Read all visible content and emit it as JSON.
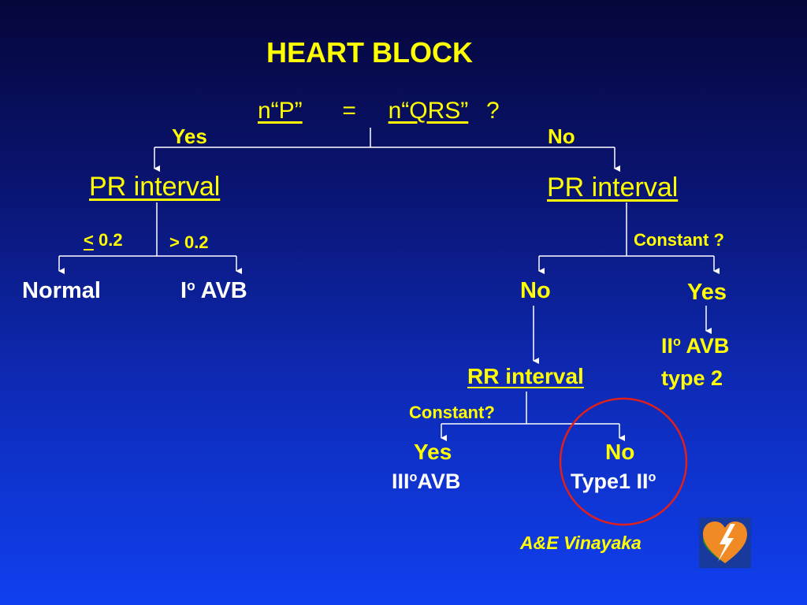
{
  "title": "HEART BLOCK",
  "question": {
    "p_part": "n“P”",
    "equals": "=",
    "qrs_part": "n“QRS”",
    "qmark": "?"
  },
  "branch_yes": "Yes",
  "branch_no": "No",
  "left": {
    "pr_label": "PR interval",
    "cond_low_sym": "<",
    "cond_low_val": " 0.2",
    "cond_high": "> 0.2",
    "normal": "Normal",
    "avb1_prefix": "I",
    "avb1_sup": "o",
    "avb1_suffix": " AVB"
  },
  "right": {
    "pr_label": "PR interval",
    "constant_q": "Constant ?",
    "no": "No",
    "yes": "Yes",
    "avb2_prefix": "II",
    "avb2_sup": "o",
    "avb2_suffix": " AVB",
    "avb2_type": "type 2",
    "rr_label": "RR interval",
    "rr_constant_q": "Constant?",
    "rr_yes": "Yes",
    "avb3_prefix": "III",
    "avb3_sup": "o",
    "avb3_suffix": "AVB",
    "rr_no": "No",
    "type1_prefix": "Type1 II",
    "type1_sup": "o"
  },
  "credit": "A&E Vinayaka",
  "colors": {
    "heading": "#ffff00",
    "text": "#ffffff",
    "highlight_circle": "#e0201c",
    "logo_heart": "#f08a24",
    "logo_green": "#1f8a2a"
  },
  "icons": [
    "heart-logo-icon"
  ]
}
